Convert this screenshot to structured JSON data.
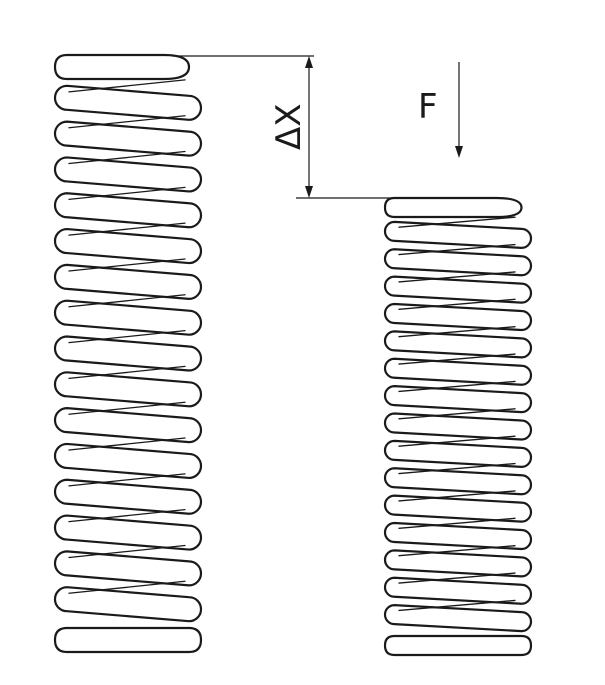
{
  "labels": {
    "displacement": "ΔX",
    "force": "F"
  },
  "springs": [
    {
      "name": "uncompressed",
      "coils": 17
    },
    {
      "name": "compressed",
      "coils": 17
    }
  ],
  "colors": {
    "stroke": "#1a1a1a",
    "background": "#ffffff"
  }
}
